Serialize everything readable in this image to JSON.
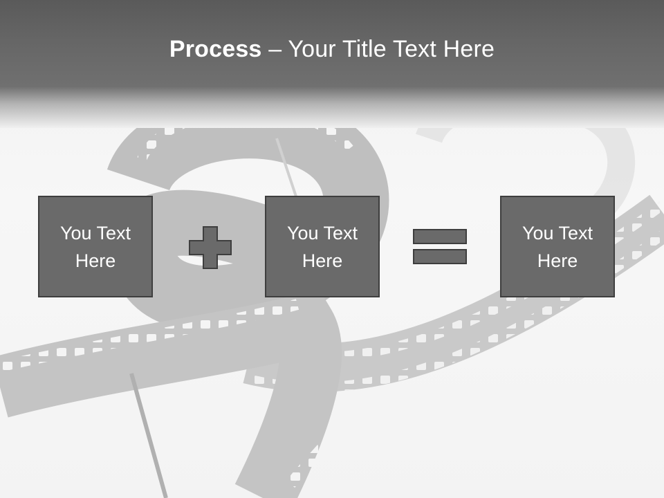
{
  "slide": {
    "title_bold": "Process",
    "title_rest": " – Your Title Text Here",
    "boxes": [
      {
        "label": "You Text Here"
      },
      {
        "label": "You Text Here"
      },
      {
        "label": "You Text Here"
      }
    ],
    "operators": [
      "plus-icon",
      "equals-icon"
    ],
    "colors": {
      "header": "#666666",
      "box_fill": "#6a6a6a",
      "box_border": "#3e3e3e",
      "text": "#ffffff"
    }
  }
}
